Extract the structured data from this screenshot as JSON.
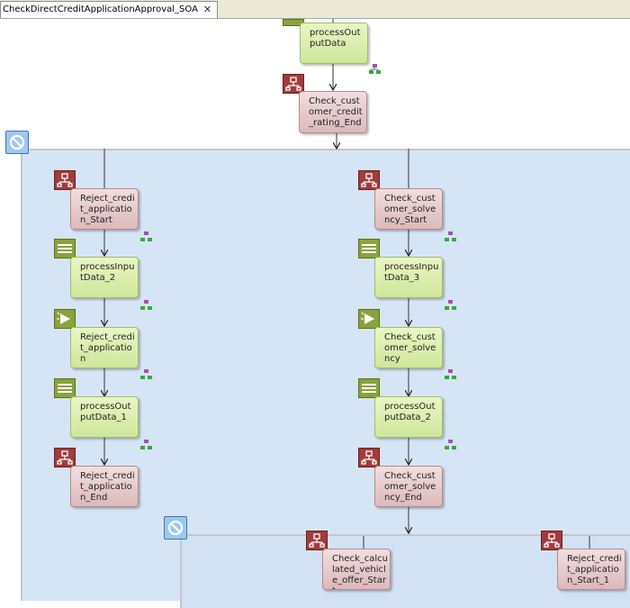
{
  "tab": {
    "title": "CheckDirectCreditApplicationApproval_SOA",
    "close_symbol": "✕"
  },
  "nodes": {
    "top_process_output": "processOutputData",
    "top_check_end": "Check_customer_credit_rating_End",
    "reject_start": "Reject_credit_application_Start",
    "process_input_2": "processInputData_2",
    "reject_app": "Reject_credit_application",
    "process_output_1": "processOutputData_1",
    "reject_end": "Reject_credit_application_End",
    "solvency_start": "Check_customer_solvency_Start",
    "process_input_3": "processInputData_3",
    "solvency": "Check_customer_solvency",
    "process_output_2": "processOutputData_2",
    "solvency_end": "Check_customer_solvency_End",
    "vehicle_start": "Check_calculated_vehicle_offer_Start",
    "reject_start_1": "Reject_credit_application_Start_1"
  },
  "colors": {
    "region_fill": "#d6e5f5",
    "task_green": "#d9eca8",
    "event_pink": "#e6c8ca",
    "icon_red": "#a23b3b",
    "icon_olive": "#8aa23c"
  }
}
